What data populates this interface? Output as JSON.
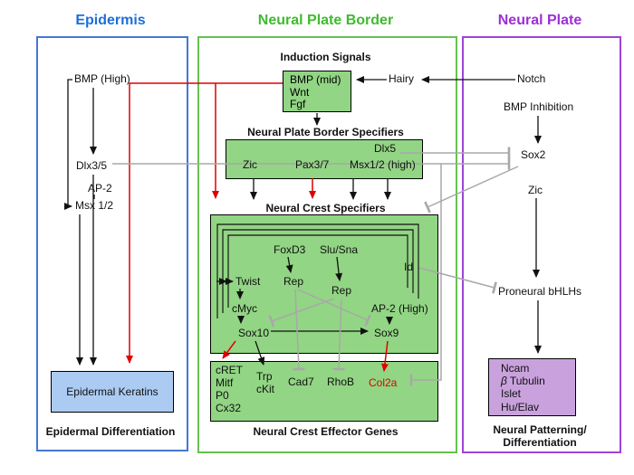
{
  "titles": {
    "epidermis": "Epidermis",
    "npb": "Neural Plate Border",
    "np": "Neural Plate"
  },
  "epidermis": {
    "bmp_high": "BMP (High)",
    "dlx35": "Dlx3/5",
    "ap2": "AP-2",
    "msx12": "Msx 1/2",
    "keratins": "Epidermal Keratins",
    "footer": "Epidermal Differentiation"
  },
  "npb": {
    "induction_heading": "Induction Signals",
    "induction": [
      "BMP (mid)",
      "Wnt",
      "Fgf"
    ],
    "hairy": "Hairy",
    "specifiers_heading": "Neural Plate Border Specifiers",
    "specifiers": {
      "dlx5": "Dlx5",
      "zic": "Zic",
      "pax37": "Pax3/7",
      "msx12_high": "Msx1/2 (high)"
    },
    "crest_heading": "Neural Crest Specifiers",
    "crest": {
      "foxd3": "FoxD3",
      "slusna": "Slu/Sna",
      "twist": "Twist",
      "rep1": "Rep",
      "rep2": "Rep",
      "cmyc": "cMyc",
      "ap2_high": "AP-2 (High)",
      "sox10": "Sox10",
      "sox9": "Sox9",
      "id": "Id"
    },
    "effectors": {
      "cret": "cRET",
      "mitf": "Mitf",
      "p0": "P0",
      "cx32": "Cx32",
      "trp": "Trp",
      "ckit": "cKit",
      "cad7": "Cad7",
      "rhob": "RhoB",
      "col2a": "Col2a"
    },
    "footer": "Neural Crest Effector Genes"
  },
  "np": {
    "notch": "Notch",
    "bmp_inhibition": "BMP Inhibition",
    "sox2": "Sox2",
    "zic": "Zic",
    "proneural": "Proneural bHLHs",
    "diff": {
      "ncam": "Ncam",
      "beta": "β",
      "tubulin": "Tubulin",
      "islet": "Islet",
      "huelav": "Hu/Elav"
    },
    "footer1": "Neural Patterning/",
    "footer2": "Differentiation"
  },
  "colors": {
    "epidermis_blue": "#1c6fdb",
    "npb_green": "#3fba2f",
    "np_purple": "#9c2fd4",
    "box_green_fill": "#92d584",
    "keratins_blue_fill": "#abcbf3",
    "diff_purple_fill": "#c9a2dd",
    "arrow_red": "#de0000",
    "inhibit_gray": "#a8a8a8",
    "arrow_black": "#111111"
  }
}
